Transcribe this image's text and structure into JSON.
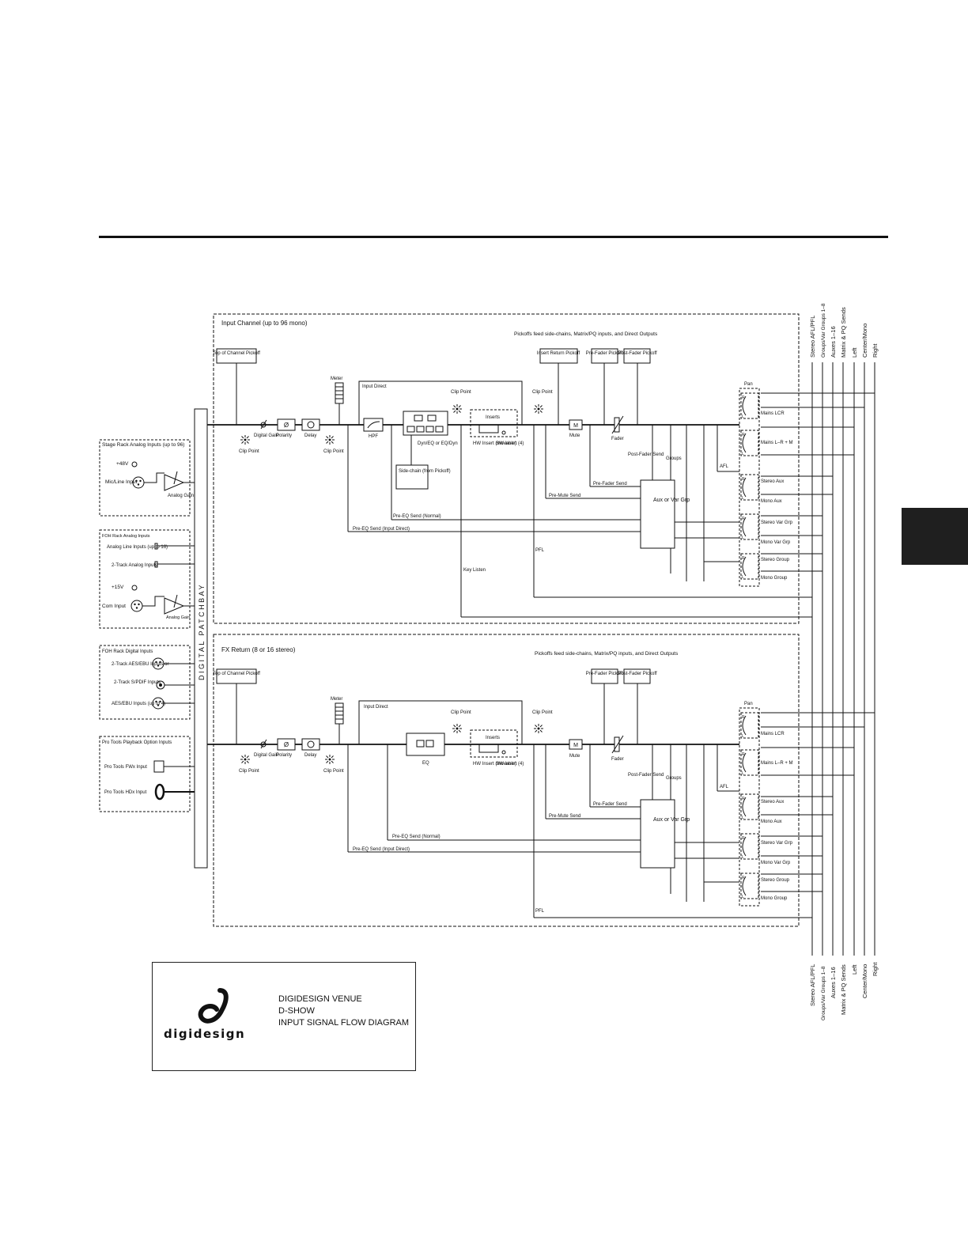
{
  "colors": {
    "ink": "#111111",
    "tab": "#1f1f1f"
  },
  "patchbay_label": "DIGITAL PATCHBAY",
  "input_channel": {
    "title": "Input Channel (up to 96 mono)",
    "pickoff_note": "Pickoffs feed side-chains, Matrix/PQ inputs, and Direct Outputs",
    "top_pickoff": "Top of Channel Pickoff",
    "insert_return_pickoff": "Insert Return Pickoff",
    "pre_fader_pickoff": "Pre-Fader Pickoff",
    "post_fader_pickoff": "Post-Fader Pickoff",
    "meter": "Meter",
    "input_direct": "Input Direct",
    "clip_point": "Clip Point",
    "digital_gain": "Digital Gain",
    "polarity": "Polarity",
    "delay": "Delay",
    "hpf": "HPF",
    "dyn_eq": "Dyn/EQ or EQ/Dyn",
    "side_chain": "Side-chain (from Pickoff)",
    "inserts": "Inserts",
    "hw_insert": "HW Insert (movable)",
    "sw_insert": "SW Insert (4)",
    "mute": "Mute",
    "fader": "Fader",
    "post_fader_send": "Post-Fader Send",
    "groups": "Groups",
    "afl": "AFL",
    "pan": "Pan",
    "pre_fader_send": "Pre-Fader Send",
    "pre_mute_send": "Pre-Mute Send",
    "pre_eq_normal": "Pre-EQ Send (Normal)",
    "pre_eq_direct": "Pre-EQ Send (Input Direct)",
    "pfl": "PFL",
    "key_listen": "Key Listen",
    "aux_block": "Aux or Var Grp",
    "buses": [
      "Mains LCR",
      "Mains L–R + M",
      "Stereo Aux",
      "Mono Aux",
      "Stereo Var Grp",
      "Mono Var Grp",
      "Stereo Group",
      "Mono Group"
    ]
  },
  "fx_return": {
    "title": "FX Return (8 or 16 stereo)",
    "pickoff_note": "Pickoffs feed side-chains, Matrix/PQ inputs, and Direct Outputs",
    "eq": "EQ"
  },
  "inputs": {
    "stage_rack": {
      "title": "Stage Rack Analog Inputs (up to 96)",
      "phantom": "+48V",
      "mic_line": "Mic/Line Input",
      "analog_gain": "Analog Gain"
    },
    "foh_analog": {
      "title": "FOH Rack Analog Inputs",
      "line_inputs": "Analog Line Inputs (up to 16)",
      "two_track": "2-Track Analog Inputs",
      "phantom": "+15V",
      "com_input": "Com Input",
      "analog_gain": "Analog Gain"
    },
    "foh_digital": {
      "title": "FOH Rack Digital Inputs",
      "aes_ebu_2track": "2-Track AES/EBU Inputs or",
      "spdif": "2-Track S/PDIF Inputs",
      "aes_ebu": "AES/EBU Inputs (up to 4)"
    },
    "pro_tools": {
      "title": "Pro Tools Playback Option Inputs",
      "fwx": "Pro Tools FWx Input",
      "hdx": "Pro Tools HDx Input"
    }
  },
  "bus_labels": [
    "Stereo AFL/PFL",
    "Groups/Var Groups 1–8",
    "Auxes 1–16",
    "Matrix & PQ Sends",
    "Left",
    "Center/Mono",
    "Right"
  ],
  "logo": {
    "wordmark": "digidesign",
    "lines": [
      "DIGIDESIGN VENUE",
      "D-SHOW",
      "INPUT SIGNAL FLOW DIAGRAM"
    ]
  }
}
